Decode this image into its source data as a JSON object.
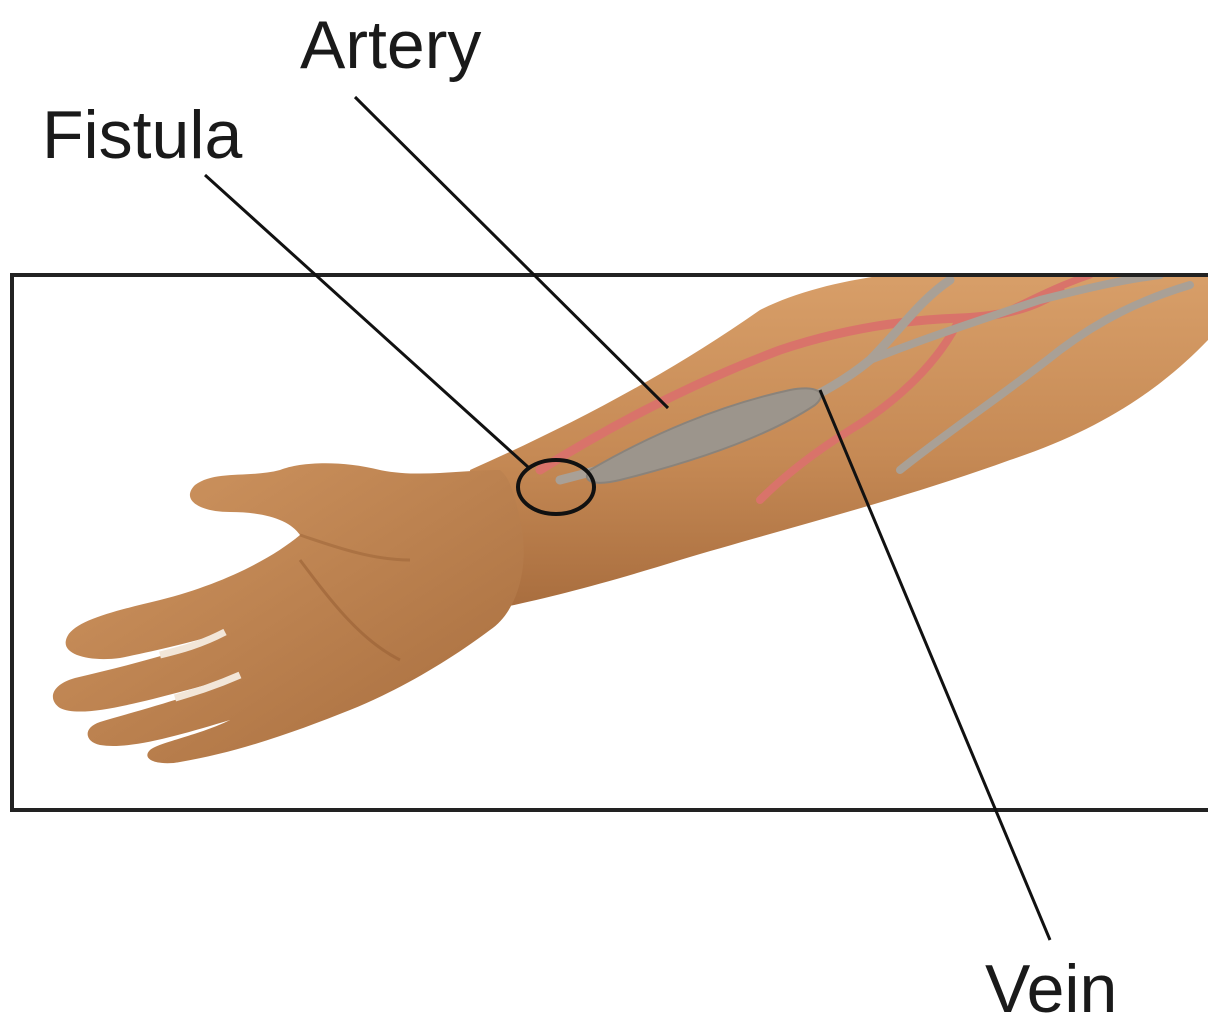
{
  "labels": {
    "artery": "Artery",
    "fistula": "Fistula",
    "vein": "Vein"
  },
  "colors": {
    "skin": "#c68a55",
    "skin_shadow": "#a86d3e",
    "skin_highlight": "#e0a774",
    "artery": "#d9736a",
    "vein": "#a9a096",
    "vein_bulge": "#9c958c",
    "frame": "#222222",
    "leader": "#111111"
  }
}
